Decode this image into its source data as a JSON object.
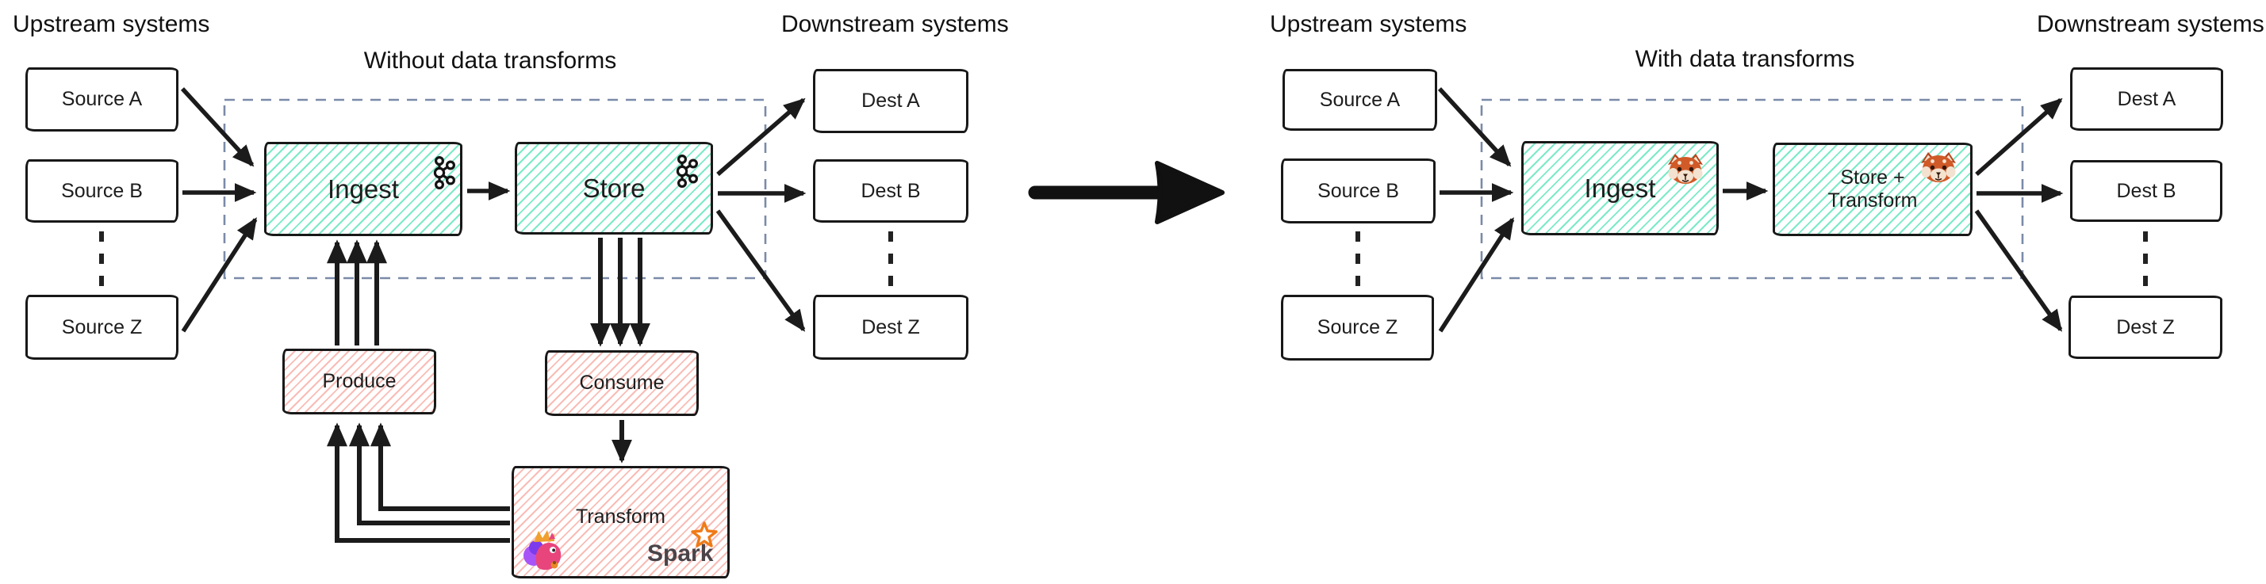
{
  "left_diagram": {
    "upstream_label": "Upstream systems",
    "downstream_label": "Downstream systems",
    "title": "Without data transforms",
    "sources": [
      {
        "label": "Source A"
      },
      {
        "label": "Source B"
      },
      {
        "label": "Source Z"
      }
    ],
    "dests": [
      {
        "label": "Dest A"
      },
      {
        "label": "Dest B"
      },
      {
        "label": "Dest Z"
      }
    ],
    "ingest_label": "Ingest",
    "store_label": "Store",
    "produce_label": "Produce",
    "consume_label": "Consume",
    "transform_label": "Transform",
    "spark_label": "Spark",
    "ingest_icon": "kafka-logo",
    "store_icon": "kafka-logo",
    "transform_icons": [
      "flink-squirrel-logo",
      "spark-star-logo"
    ]
  },
  "right_diagram": {
    "upstream_label": "Upstream systems",
    "downstream_label": "Downstream systems",
    "title": "With data transforms",
    "sources": [
      {
        "label": "Source A"
      },
      {
        "label": "Source B"
      },
      {
        "label": "Source Z"
      }
    ],
    "dests": [
      {
        "label": "Dest A"
      },
      {
        "label": "Dest B"
      },
      {
        "label": "Dest Z"
      }
    ],
    "ingest_label": "Ingest",
    "store_transform_line1": "Store +",
    "store_transform_line2": "Transform",
    "ingest_icon": "redpanda-logo",
    "store_transform_icon": "redpanda-logo"
  },
  "colors": {
    "box_stroke": "#181818",
    "teal_hatch": "#63e6be",
    "pink_hatch": "#f7a69e",
    "dashed_zone_border": "#7b8aa8",
    "black_dash_connector": "#222222",
    "spark_orange": "#ef7b18",
    "text": "#1d1d1d"
  }
}
